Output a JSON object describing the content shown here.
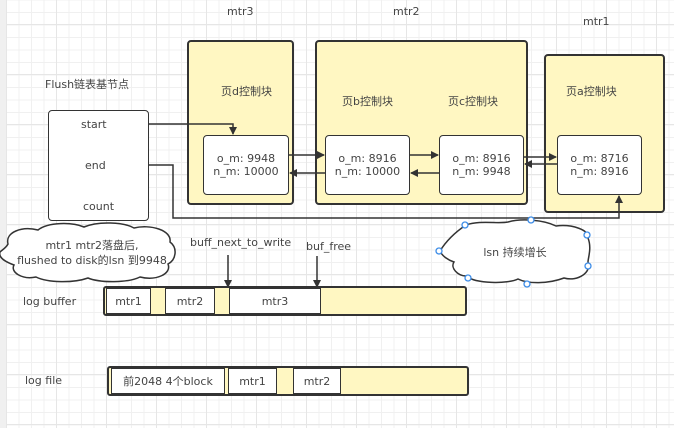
{
  "mtr_labels": {
    "mtr3": "mtr3",
    "mtr2": "mtr2",
    "mtr1": "mtr1"
  },
  "flush_list": {
    "title": "Flush链表基节点",
    "fields": [
      "start",
      "end",
      "count"
    ]
  },
  "pages": {
    "d": {
      "title": "页d控制块",
      "o_m": "o_m: 9948",
      "n_m": "n_m: 10000"
    },
    "b": {
      "title": "页b控制块",
      "o_m": "o_m: 8916",
      "n_m": "n_m: 10000"
    },
    "c": {
      "title": "页c控制块",
      "o_m": "o_m: 8916",
      "n_m": "n_m: 9948"
    },
    "a": {
      "title": "页a控制块",
      "o_m": "o_m: 8716",
      "n_m": "n_m: 8916"
    }
  },
  "callouts": {
    "flushed": [
      "mtr1 mtr2落盘后,",
      "flushed  to  disk的lsn 到9948"
    ],
    "lsn_growth": "lsn 持续增长"
  },
  "pointers": {
    "buf_next_to_write": "buff_next_to_write",
    "buf_free": "buf_free"
  },
  "log_buffer": {
    "label": "log buffer",
    "segments": [
      "mtr1",
      "mtr2",
      "mtr3"
    ]
  },
  "log_file": {
    "label": "log file",
    "segments": [
      "前2048 4个block",
      "mtr1",
      "mtr2"
    ]
  },
  "colors": {
    "group_fill": "#fff7c2",
    "stroke": "#333333",
    "selection_handle": "#3c8ce7"
  }
}
